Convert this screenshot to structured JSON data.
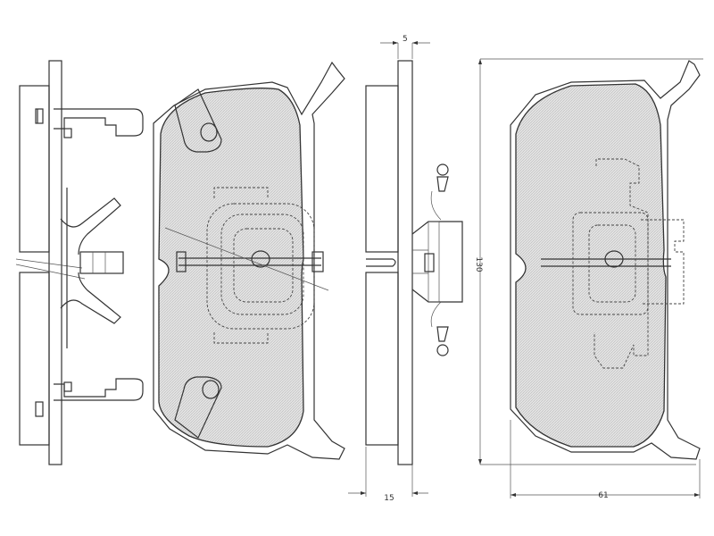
{
  "dimensions": {
    "top_thickness": "5",
    "bottom_thickness": "15",
    "height": "130",
    "width": "61"
  },
  "colors": {
    "line": "#333333",
    "hatch": "#d8d8d8",
    "background": "#ffffff"
  }
}
